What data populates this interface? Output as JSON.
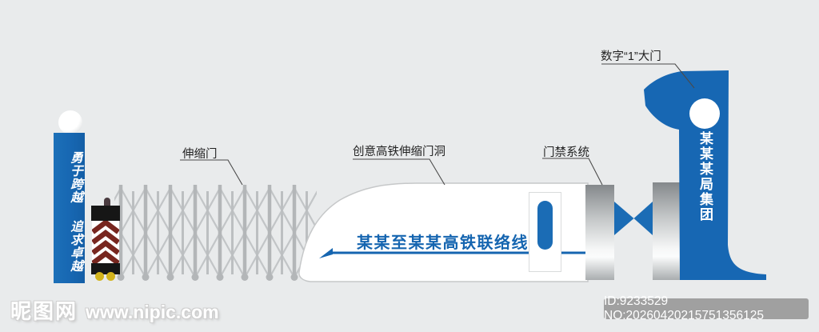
{
  "colors": {
    "accent_blue": "#1767b2",
    "line_blue": "#1565b0",
    "background": "#e9ebec",
    "gate_gray": "#b3b6b8",
    "chevron_red": "#77261f",
    "wheel_yellow": "#d2b31c",
    "badge_gray": "#a0a0a0"
  },
  "pillar": {
    "slogan": "勇于跨越 追求卓越"
  },
  "callouts": {
    "gate": "伸缩门",
    "train": "创意高铁伸缩门洞",
    "access": "门禁系统",
    "one": "数字“1”大门"
  },
  "train": {
    "title": "某某至某某高铁联络线"
  },
  "monument": {
    "text": "某某某局集团"
  },
  "watermark": {
    "site": "昵图网",
    "url": "www.nipic.com"
  },
  "footer": {
    "id_text": "ID:9233529 NO:20260420215751356125"
  }
}
